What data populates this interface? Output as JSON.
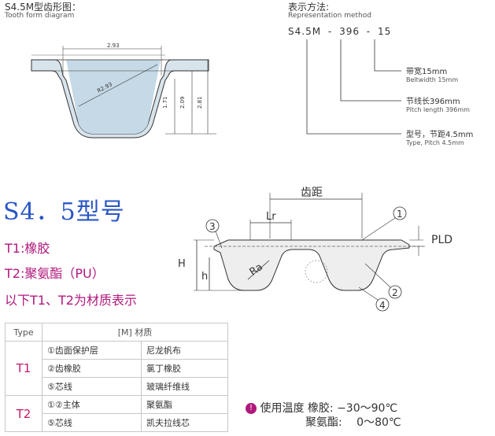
{
  "tooth_form": {
    "title": "S4.5M型齿形图：",
    "subtitle": "Tooth form diagram",
    "dims": {
      "width": "2.93",
      "radius": "R2.93",
      "h1": "1.71",
      "h2": "2.09",
      "h3": "2.81"
    }
  },
  "representation": {
    "title": "表示方法:",
    "subtitle": "Representation method",
    "code": {
      "a": "S4.5M",
      "sep1": "-",
      "b": "396",
      "sep2": "-",
      "c": "15"
    },
    "items": [
      {
        "cn": "带宽15mm",
        "en": "Beltwidth 15mm"
      },
      {
        "cn": "节线长396mm",
        "en": "Pitch length 396mm"
      },
      {
        "cn": "型号，节距4.5mm",
        "en": "Type, Pitch 4.5mm"
      }
    ]
  },
  "section_title": "S4．5型号",
  "materials_notes": [
    "T1:橡胶",
    "T2:聚氨酯（PU）",
    "以下T1、T2为材质表示"
  ],
  "profile_labels": {
    "pitch": "齿距",
    "lr": "Lr",
    "ra": "Ra",
    "pld": "PLD",
    "H": "H",
    "h": "h",
    "n1": "1",
    "n2": "2",
    "n3": "3",
    "n4": "4"
  },
  "table": {
    "header_type": "Type",
    "header_material": "[M] 材质",
    "rows": [
      {
        "type": "T1",
        "part": "①齿面保护层",
        "material": "尼龙帆布"
      },
      {
        "type": "",
        "part": "②齿橡胶",
        "material": "氯丁橡胶"
      },
      {
        "type": "",
        "part": "⑤芯线",
        "material": "玻璃纤维线"
      },
      {
        "type": "T2",
        "part": "①②主体",
        "material": "聚氨酯"
      },
      {
        "type": "",
        "part": "⑤芯线",
        "material": "凯夫拉线芯"
      }
    ]
  },
  "temperature": {
    "label": "使用温度",
    "rubber_name": "橡胶:",
    "rubber_range": "−30～90℃",
    "pu_name": "聚氨酯:",
    "pu_range": "0～80℃"
  }
}
